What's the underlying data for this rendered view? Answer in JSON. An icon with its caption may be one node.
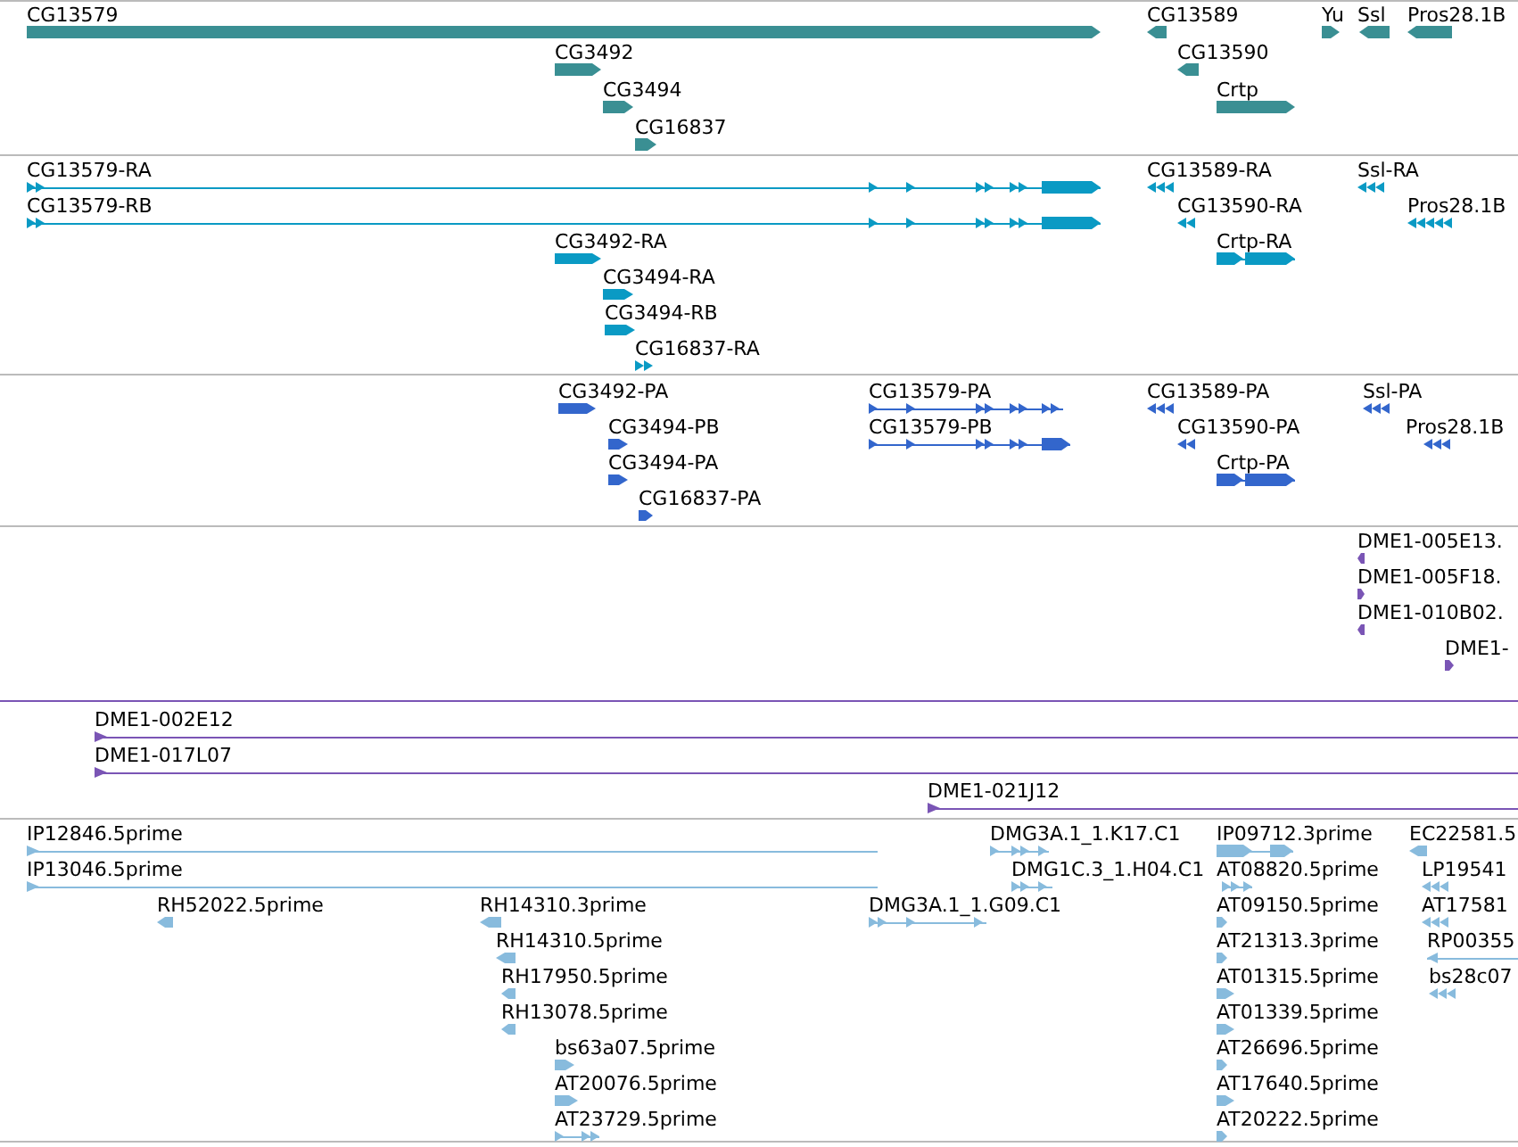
{
  "diagram": {
    "labels": [
      "CG13579",
      "CG13589",
      "Yu",
      "Ssl",
      "Pros28.1B",
      "CG3492",
      "CG13590",
      "CG3494",
      "Crtp",
      "CG16837",
      "CG13579-RA",
      "CG13589-RA",
      "Ssl-RA",
      "CG13579-RB",
      "CG13590-RA",
      "Pros28.1B",
      "CG3492-RA",
      "Crtp-RA",
      "CG3494-RA",
      "CG3494-RB",
      "CG16837-RA",
      "CG3492-PA",
      "CG13579-PA",
      "CG13589-PA",
      "Ssl-PA",
      "CG3494-PB",
      "CG13579-PB",
      "CG13590-PA",
      "Pros28.1B",
      "CG3494-PA",
      "Crtp-PA",
      "CG16837-PA",
      "DME1-005E13.",
      "DME1-005F18.",
      "DME1-010B02.",
      "DME1-",
      "DME1-002E12",
      "DME1-017L07",
      "DME1-021J12",
      "IP12846.5prime",
      "DMG3A.1_1.K17.C1",
      "IP09712.3prime",
      "EC22581.5",
      "IP13046.5prime",
      "DMG1C.3_1.H04.C1",
      "AT08820.5prime",
      "LP19541",
      "RH52022.5prime",
      "RH14310.3prime",
      "DMG3A.1_1.G09.C1",
      "AT09150.5prime",
      "AT17581",
      "RH14310.5prime",
      "AT21313.3prime",
      "RP00355",
      "RH17950.5prime",
      "AT01315.5prime",
      "bs28c07",
      "RH13078.5prime",
      "AT01339.5prime",
      "bs63a07.5prime",
      "AT26696.5prime",
      "AT20076.5prime",
      "AT17640.5prime",
      "AT23729.5prime",
      "AT20222.5prime"
    ]
  }
}
